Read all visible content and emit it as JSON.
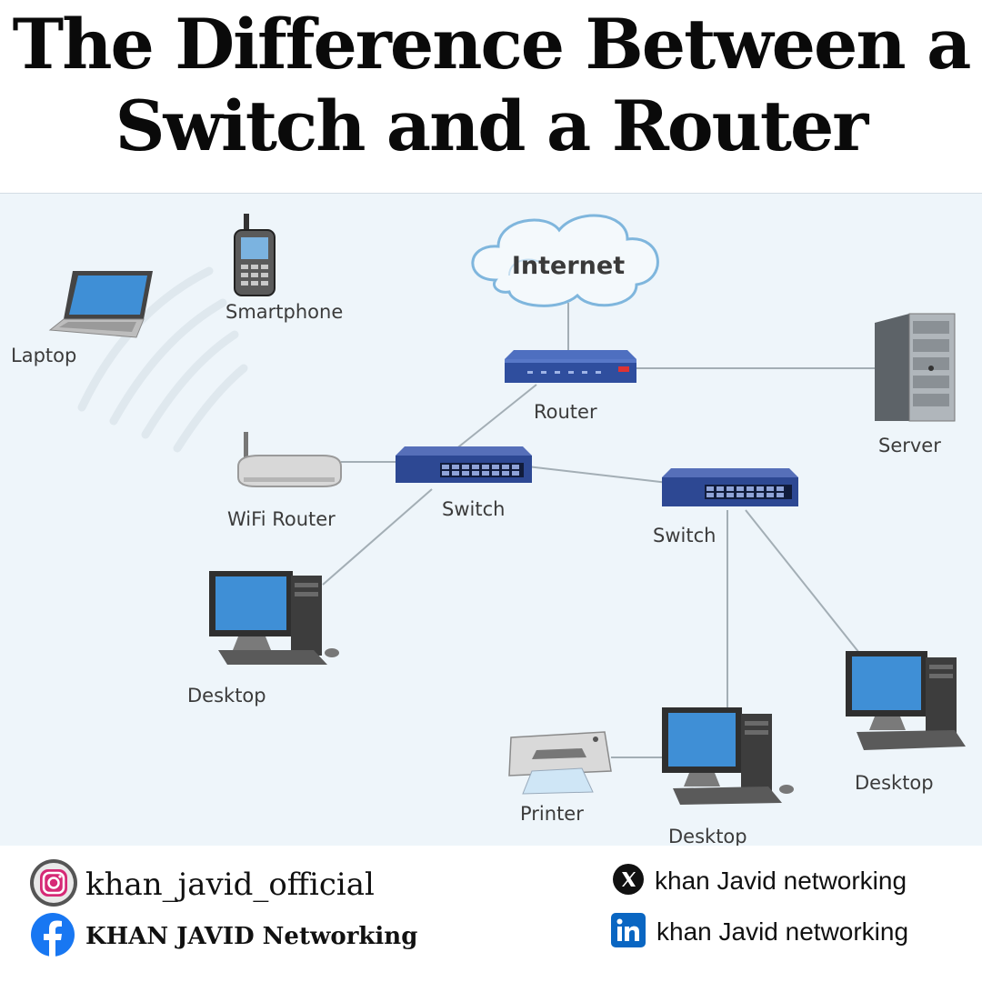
{
  "title_line1": "The Difference Between a",
  "title_line2": "Switch and a Router",
  "diagram": {
    "cloud_label": "Internet",
    "labels": {
      "laptop": "Laptop",
      "smartphone": "Smartphone",
      "router": "Router",
      "server": "Server",
      "wifi_router": "WiFi Router",
      "switch_1": "Switch",
      "switch_2": "Switch",
      "desktop_1": "Desktop",
      "printer": "Printer",
      "desktop_2": "Desktop",
      "desktop_3": "Desktop"
    }
  },
  "social": {
    "instagram": "khan_javid_official",
    "facebook": "KHAN JAVID Networking",
    "x": "khan Javid networking",
    "linkedin": "khan Javid networking"
  },
  "colors": {
    "diagram_bg": "#eef5fa",
    "device_blue": "#2f4e9e",
    "line": "#9aa6ad",
    "facebook": "#1877f2",
    "linkedin": "#0a66c2"
  }
}
